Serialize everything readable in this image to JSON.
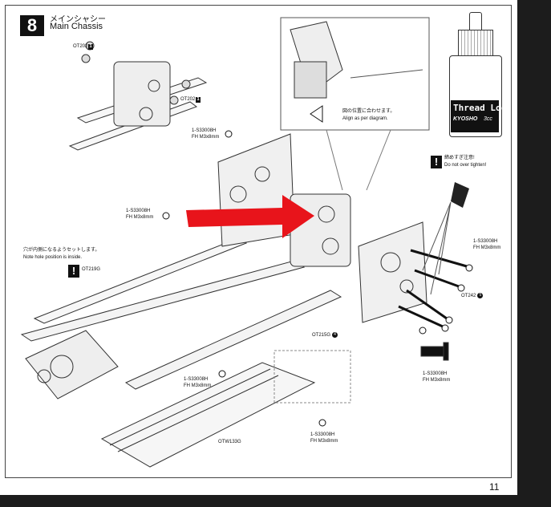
{
  "header": {
    "step_number": "8",
    "title_jp": "メインシャシー",
    "title_en": "Main Chassis"
  },
  "detail": {
    "note_jp": "図の位置に合わせます。",
    "note_en": "Align as per diagram."
  },
  "product": {
    "line1": "Thread Lock",
    "brand": "KYOSHO",
    "volume": "3cc"
  },
  "caution": {
    "text_jp": "締めすぎ注意!",
    "text_en": "Do not over tighten!"
  },
  "hole_note": {
    "text_jp": "穴が内側になるようセットします。",
    "text_en": "Note hole position is inside."
  },
  "parts": {
    "ot202_a": "OT202",
    "ot202_b": "OT202",
    "ot202_tag": "1",
    "ot219g": "OT219G",
    "ot242": "OT242",
    "ot242_tag": "5",
    "ot215g": "OT215G",
    "ot215g_tag": "4",
    "otw133g": "OTW133G",
    "screw_code": "1-S33008H",
    "screw_desc": "FH M3x8mm"
  },
  "footer": {
    "page_number": "11"
  },
  "colors": {
    "arrow": "#e8141b",
    "ink": "#111111",
    "dark_bars": "#1c1c1c"
  }
}
